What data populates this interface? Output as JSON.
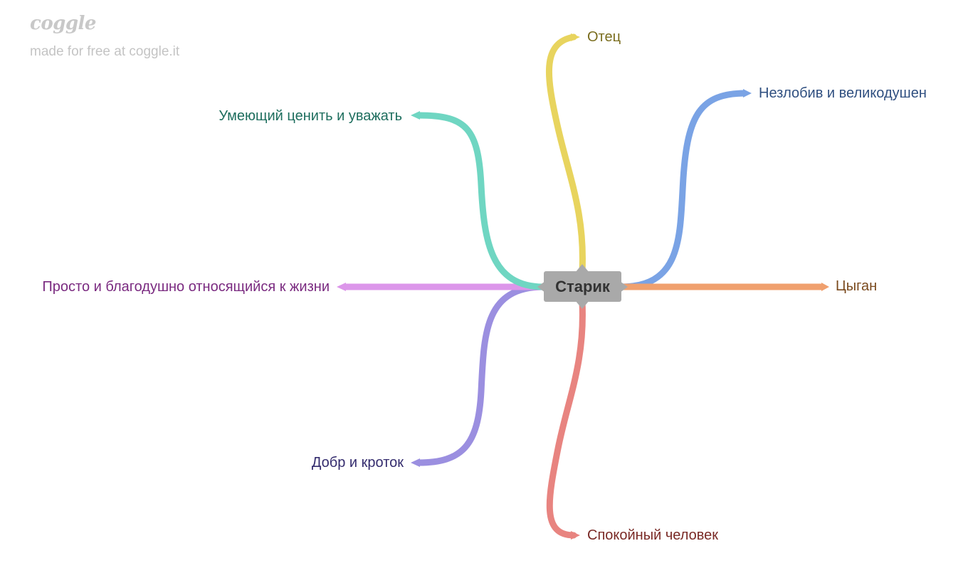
{
  "watermark": {
    "logo": "coggle",
    "text": "made for free at coggle.it"
  },
  "center": {
    "label": "Старик"
  },
  "branches": [
    {
      "id": "otets",
      "label": "Отец",
      "color": "#e8d45e",
      "text_color": "#7a6d1e"
    },
    {
      "id": "nezlobiv",
      "label": "Незлобив и великодушен",
      "color": "#7aa3e5",
      "text_color": "#2f4f80"
    },
    {
      "id": "tsygan",
      "label": "Цыган",
      "color": "#f0a06e",
      "text_color": "#7a4a1e"
    },
    {
      "id": "spokoyny",
      "label": "Спокойный человек",
      "color": "#e88480",
      "text_color": "#7a2a26"
    },
    {
      "id": "dobr",
      "label": "Добр и кроток",
      "color": "#9b8fe0",
      "text_color": "#342c6e"
    },
    {
      "id": "prosto",
      "label": "Просто и благодушно относящийся к жизни",
      "color": "#dc96ea",
      "text_color": "#7a2a80"
    },
    {
      "id": "umeyushchiy",
      "label": "Умеющий ценить и уважать",
      "color": "#6fd6c2",
      "text_color": "#1e6e5e"
    }
  ]
}
